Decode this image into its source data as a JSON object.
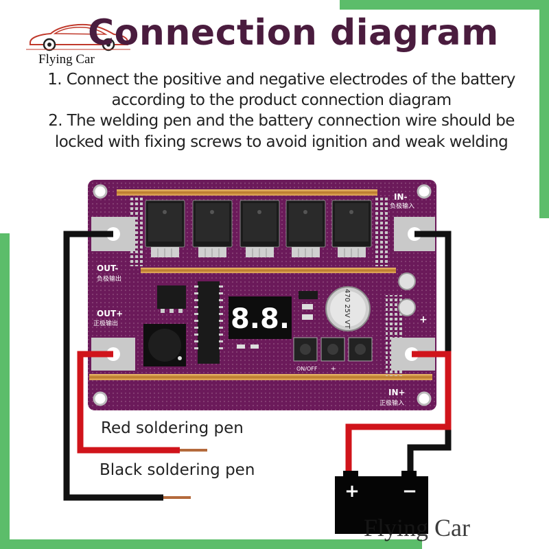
{
  "title": "Connection diagram",
  "brand": {
    "name": "Flying Car",
    "watermark": "Flying Car"
  },
  "instructions": [
    "1. Connect the positive and negative electrodes of the battery",
    "according to the product connection diagram",
    "2. The welding pen and the battery connection wire should be",
    "locked with fixing screws to avoid ignition and weak welding"
  ],
  "board": {
    "in_minus": "IN-",
    "in_minus_cn": "负极输入",
    "out_minus": "OUT-",
    "out_minus_cn": "负极输出",
    "out_plus": "OUT+",
    "out_plus_cn": "正极输出",
    "in_plus": "IN+",
    "in_plus_cn": "正极输入",
    "plus_mark": "+",
    "display": "8.8.",
    "capacitor": "470 25V VT",
    "switch_label": "ON/OFF",
    "switch_plus": "+",
    "mosfet_count": 5
  },
  "labels": {
    "red_pen": "Red soldering pen",
    "black_pen": "Black soldering pen"
  },
  "battery": {
    "plus": "+",
    "minus": "−"
  },
  "colors": {
    "board": "#6b1a5a",
    "title": "#4a1c3e",
    "accent_green": "#5cbd6a",
    "wire_red": "#d0141b",
    "wire_black": "#111111",
    "copper": "#c8923c"
  }
}
